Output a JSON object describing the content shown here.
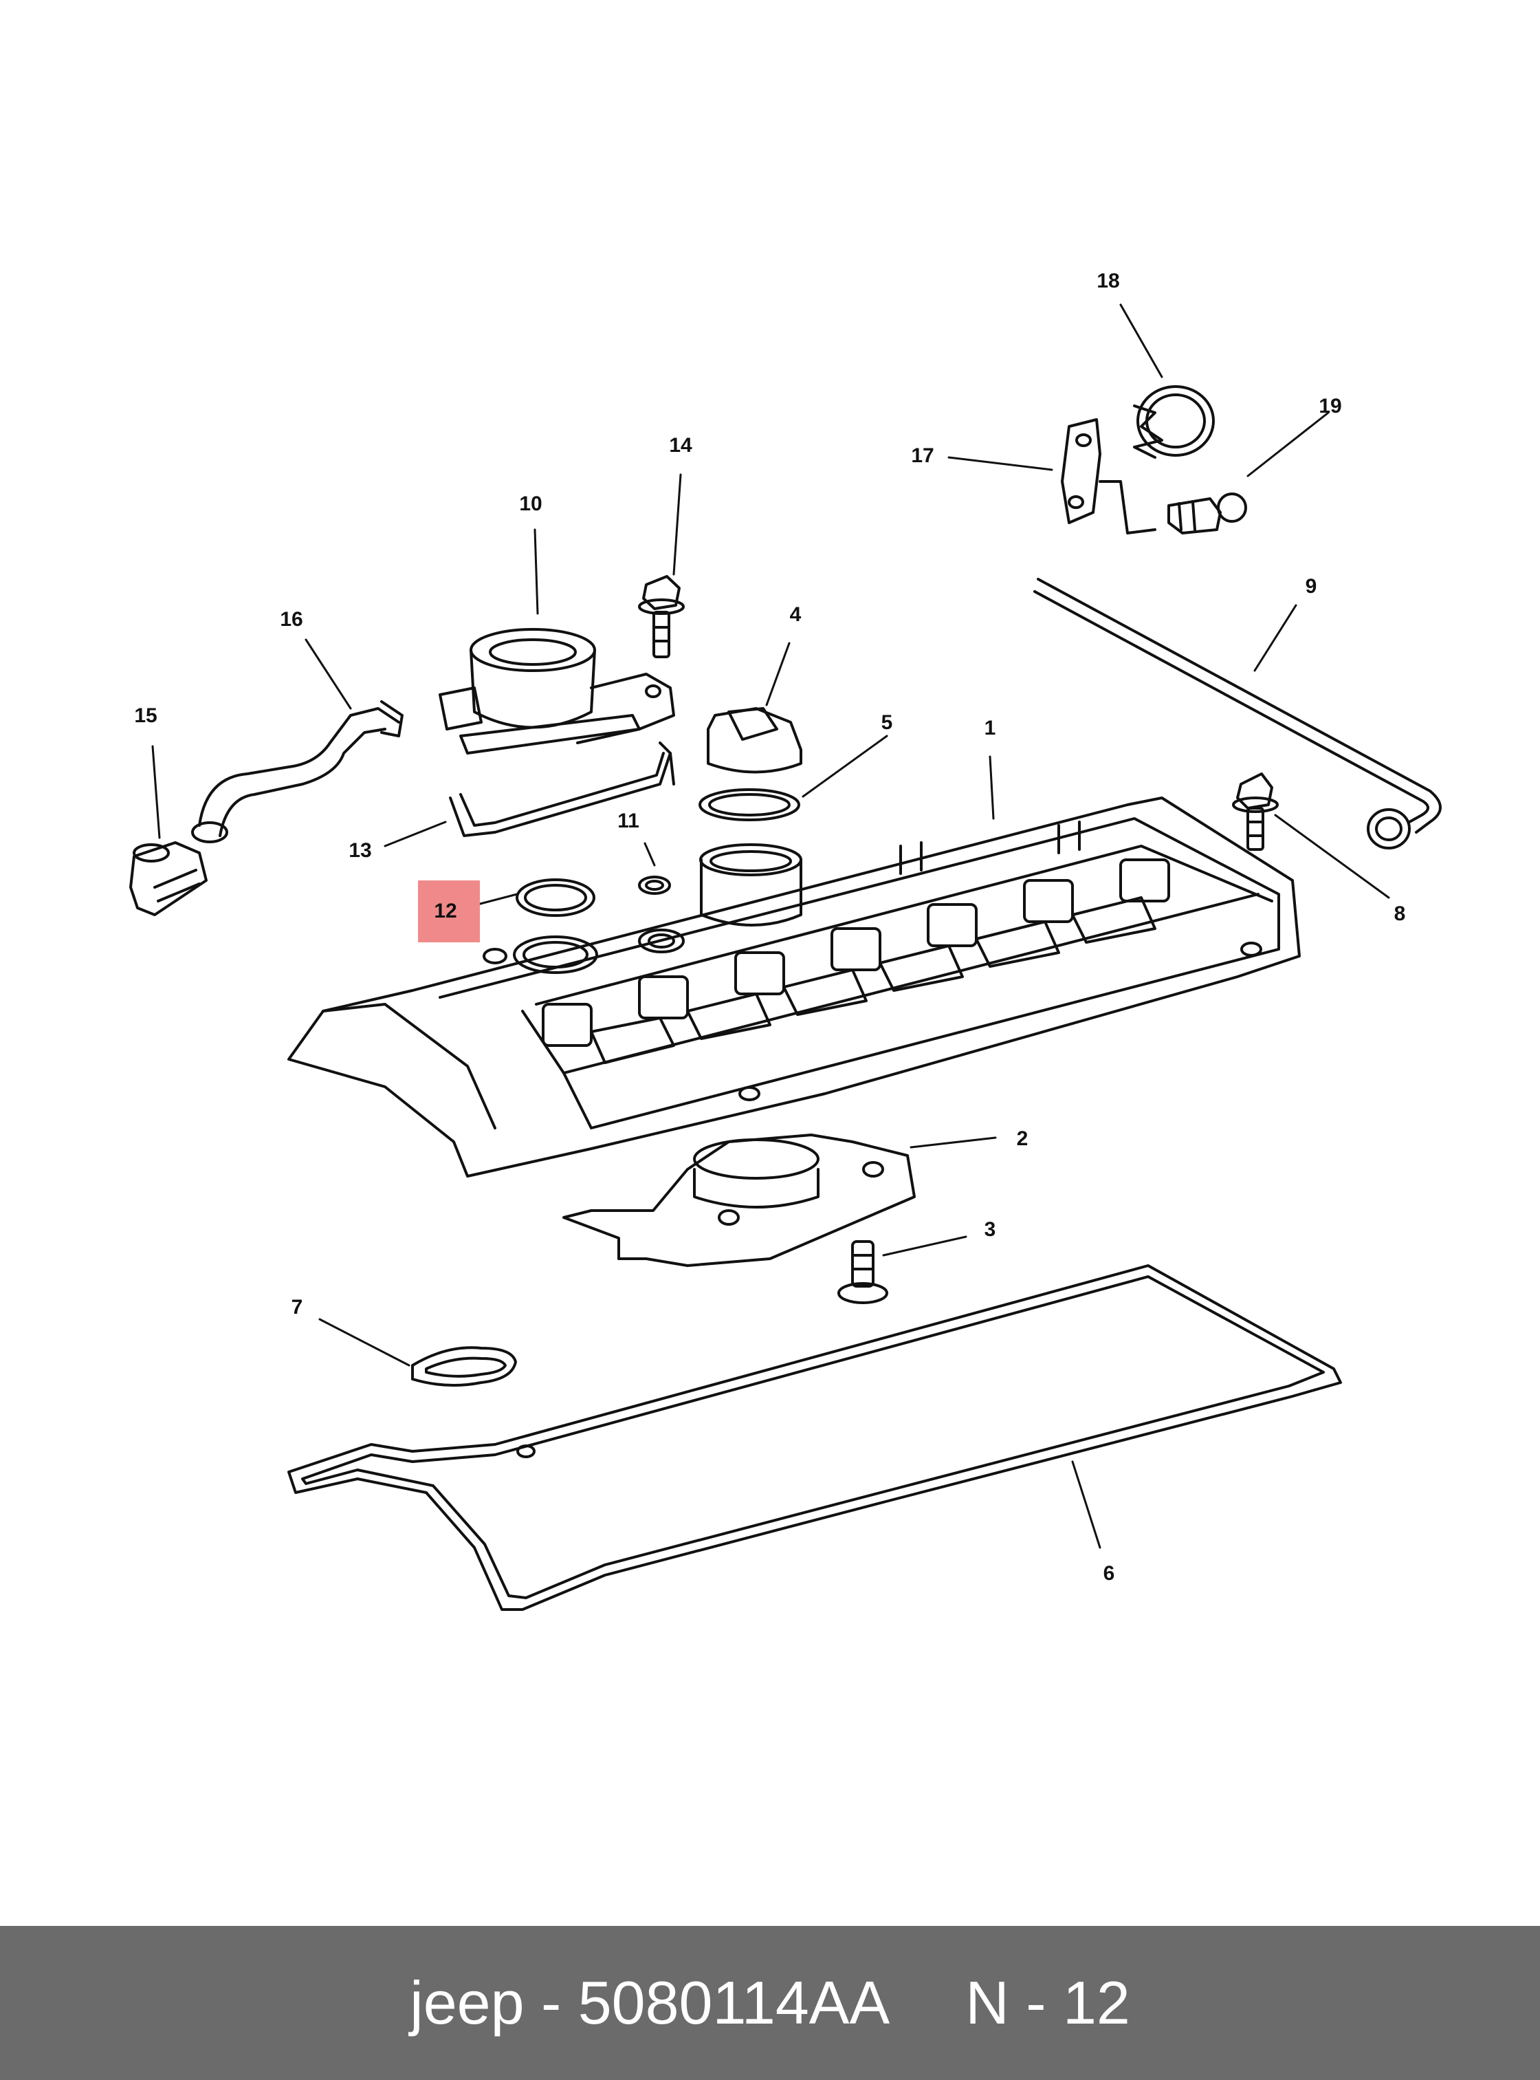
{
  "footer": {
    "part_text": "jeep - 5080114AA",
    "callout_text": "N - 12"
  },
  "highlight_color": "#f08a8a",
  "callouts": [
    "1",
    "2",
    "3",
    "4",
    "5",
    "6",
    "7",
    "8",
    "9",
    "10",
    "11",
    "12",
    "13",
    "14",
    "15",
    "16",
    "17",
    "18",
    "19"
  ],
  "highlighted_callout": "12"
}
